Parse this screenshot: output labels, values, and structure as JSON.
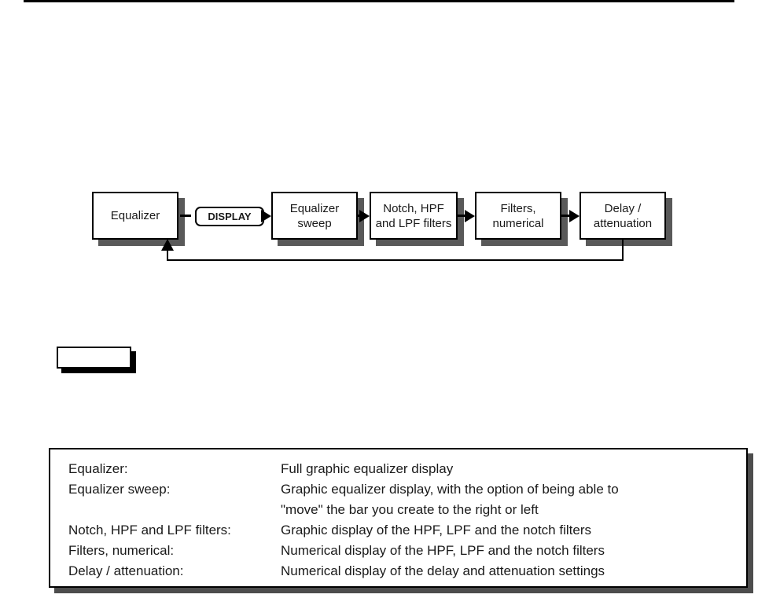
{
  "page": {
    "background": "#ffffff",
    "header_rule_color": "#000000"
  },
  "flow_diagram": {
    "shadow_color": "#595959",
    "display_key_label": "DISPLAY",
    "boxes": [
      {
        "label": "Equalizer",
        "line1": "Equalizer"
      },
      {
        "label": "Equalizer sweep",
        "line1": "Equalizer",
        "line2": "sweep"
      },
      {
        "label": "Notch, HPF and LPF filters",
        "line1": "Notch, HPF",
        "line2": "and LPF filters"
      },
      {
        "label": "Filters, numerical",
        "line1": "Filters,",
        "line2": "numerical"
      },
      {
        "label": "Delay / attenuation",
        "line1": "Delay /",
        "line2": "attenuation"
      }
    ],
    "icons": [
      "arrow-right-icon",
      "arrow-up-icon"
    ],
    "loop": "from Delay / attenuation back to Equalizer"
  },
  "blank_key": {
    "label": "",
    "shadow_color": "#000000"
  },
  "legend_table": {
    "shadow_color": "#4d4d4d",
    "rows": [
      {
        "term": "Equalizer:",
        "definition": "Full graphic equalizer display"
      },
      {
        "term": "Equalizer sweep:",
        "definition": "Graphic equalizer display, with the option of being able to"
      },
      {
        "term": "",
        "definition": "\"move\" the bar you create to the right or left"
      },
      {
        "term": "Notch, HPF and LPF filters:",
        "definition": "Graphic display of the HPF, LPF and the notch filters"
      },
      {
        "term": "Filters, numerical:",
        "definition": "Numerical display of the HPF, LPF and the notch filters"
      },
      {
        "term": "Delay / attenuation:",
        "definition": "Numerical display of the delay and attenuation settings"
      }
    ]
  }
}
